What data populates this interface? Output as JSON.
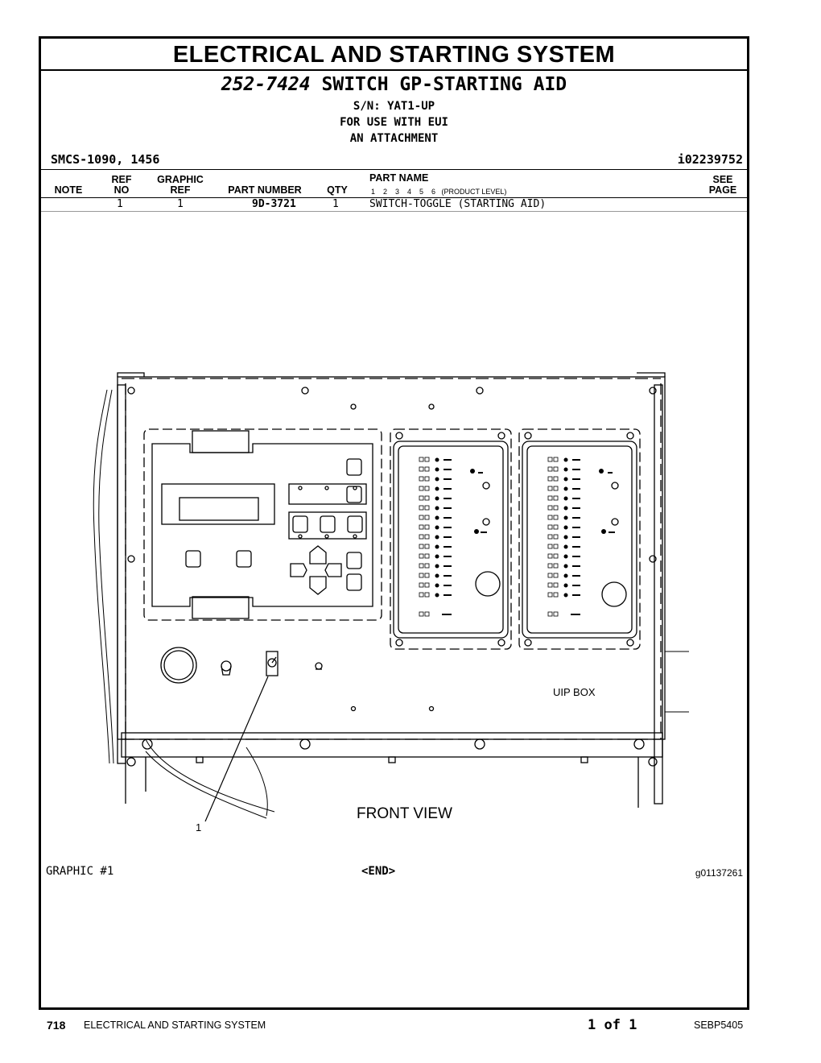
{
  "header": {
    "section_title": "ELECTRICAL AND STARTING SYSTEM",
    "part_group_number": "252-7424",
    "part_group_name": "SWITCH GP-STARTING AID",
    "serial": "S/N: YAT1-UP",
    "use": "FOR USE WITH EUI",
    "note": "AN ATTACHMENT",
    "smcs": "SMCS-1090, 1456",
    "info_id": "i02239752"
  },
  "table": {
    "columns": {
      "note": "NOTE",
      "ref_no_1": "REF",
      "ref_no_2": "NO",
      "graphic_ref_1": "GRAPHIC",
      "graphic_ref_2": "REF",
      "part_number": "PART NUMBER",
      "qty": "QTY",
      "part_name": "PART NAME",
      "levels": "1    2    3    4    5    6   (PRODUCT LEVEL)",
      "see_page_1": "SEE",
      "see_page_2": "PAGE"
    },
    "rows": [
      {
        "note": "",
        "ref_no": "1",
        "graphic_ref": "1",
        "part_number": "9D-3721",
        "qty": "1",
        "part_name": "SWITCH-TOGGLE (STARTING AID)",
        "see_page": ""
      }
    ]
  },
  "graphic": {
    "callout": "1",
    "box_label": "UIP BOX",
    "view_label": "FRONT VIEW",
    "graphic_label": "GRAPHIC #1",
    "end_label": "<END>",
    "graphic_id": "g01137261"
  },
  "footer": {
    "page_number": "718",
    "section": "ELECTRICAL AND STARTING SYSTEM",
    "page_of": "1 of 1",
    "publication": "SEBP5405"
  }
}
